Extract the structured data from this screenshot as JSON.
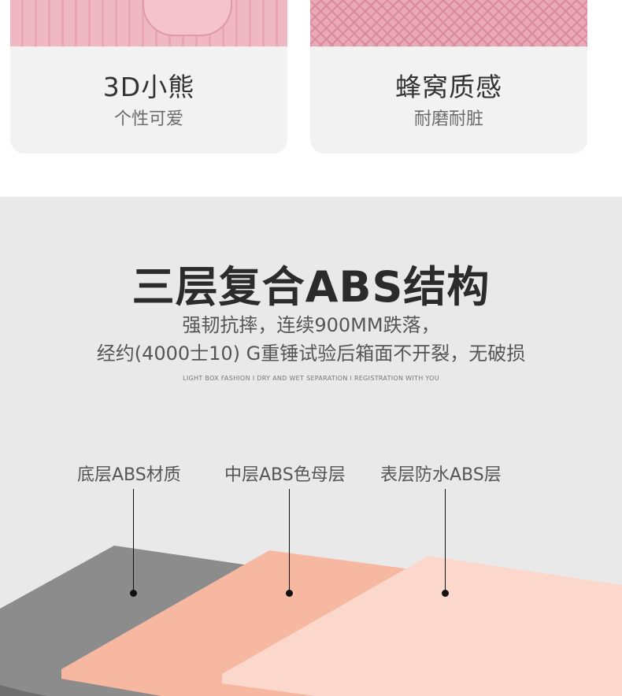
{
  "features": [
    {
      "title": "3D小熊",
      "subtitle": "个性可爱"
    },
    {
      "title": "蜂窝质感",
      "subtitle": "耐磨耐脏"
    }
  ],
  "structure": {
    "headline": "三层复合ABS结构",
    "description_line1": "强韧抗摔，连续900MM跌落，",
    "description_line2": "经约(4000士10) G重锤试验后箱面不开裂，无破损",
    "tagline": "LIGHT BOX FASHION I DRY AND WET SEPARATION I REGISTRATION WITH YOU",
    "layers": [
      {
        "label": "底层ABS材质",
        "color": "#8c8c8c"
      },
      {
        "label": "中层ABS色母层",
        "color": "#f7b8a2"
      },
      {
        "label": "表层防水ABS层",
        "color": "#fcd8cc"
      }
    ]
  }
}
